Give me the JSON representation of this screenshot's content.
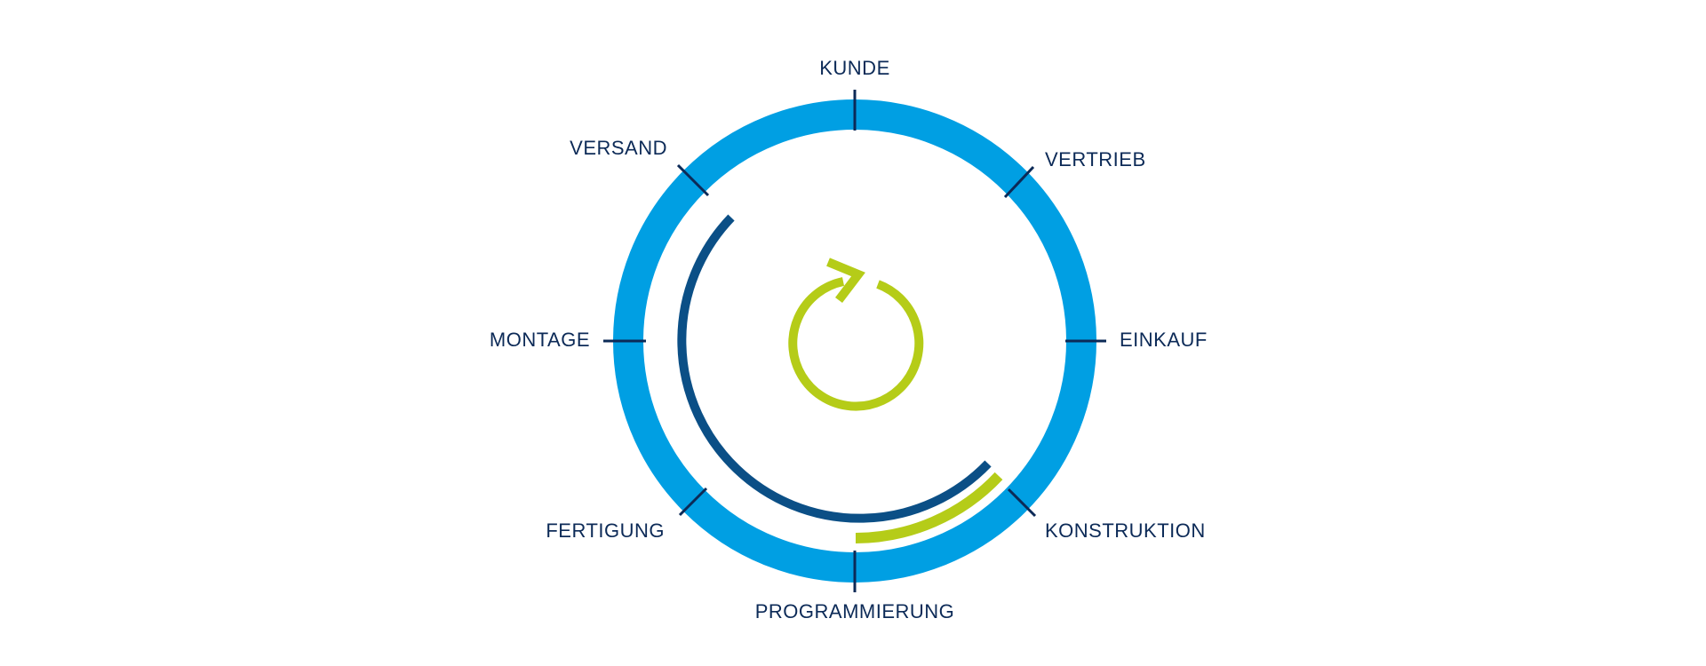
{
  "diagram": {
    "stages": [
      {
        "id": "kunde",
        "label": "KUNDE"
      },
      {
        "id": "vertrieb",
        "label": "VERTRIEB"
      },
      {
        "id": "einkauf",
        "label": "EINKAUF"
      },
      {
        "id": "konstruktion",
        "label": "KONSTRUKTION"
      },
      {
        "id": "programmierung",
        "label": "PROGRAMMIERUNG"
      },
      {
        "id": "fertigung",
        "label": "FERTIGUNG"
      },
      {
        "id": "montage",
        "label": "MONTAGE"
      },
      {
        "id": "versand",
        "label": "VERSAND"
      }
    ],
    "colors": {
      "outer_ring": "#009fe3",
      "inner_arc": "#0b4f86",
      "accent": "#b5cc18",
      "text": "#0c2a57",
      "tick": "#0c2a57"
    },
    "icons": [
      "refresh-cycle-icon"
    ]
  }
}
